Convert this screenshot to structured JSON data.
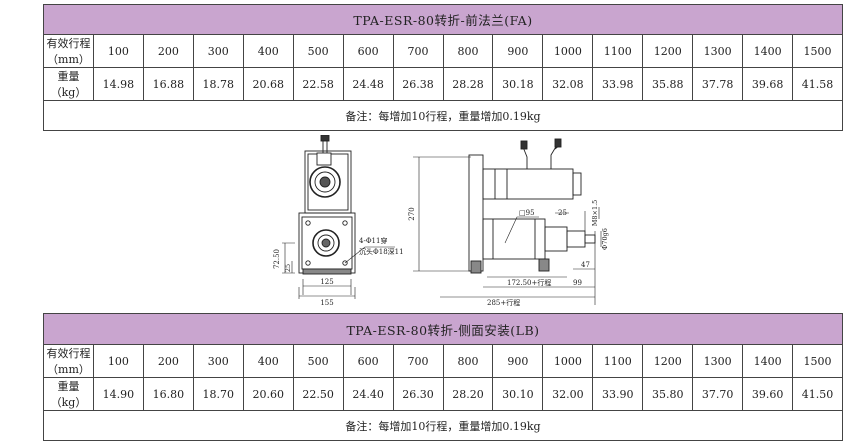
{
  "table_fa": {
    "title": "TPA-ESR-80转折-前法兰(FA)",
    "stroke_label": "有效行程（mm）",
    "weight_label": "重量（kg）",
    "strokes": [
      "100",
      "200",
      "300",
      "400",
      "500",
      "600",
      "700",
      "800",
      "900",
      "1000",
      "1100",
      "1200",
      "1300",
      "1400",
      "1500"
    ],
    "weights": [
      "14.98",
      "16.88",
      "18.78",
      "20.68",
      "22.58",
      "24.48",
      "26.38",
      "28.28",
      "30.18",
      "32.08",
      "33.98",
      "35.88",
      "37.78",
      "39.68",
      "41.58"
    ],
    "note": "备注：每增加10行程，重量增加0.19kg"
  },
  "table_lb": {
    "title": "TPA-ESR-80转折-侧面安装(LB)",
    "stroke_label": "有效行程（mm）",
    "weight_label": "重量（kg）",
    "strokes": [
      "100",
      "200",
      "300",
      "400",
      "500",
      "600",
      "700",
      "800",
      "900",
      "1000",
      "1100",
      "1200",
      "1300",
      "1400",
      "1500"
    ],
    "weights": [
      "14.90",
      "16.80",
      "18.70",
      "20.60",
      "22.50",
      "24.40",
      "26.30",
      "28.20",
      "30.10",
      "32.00",
      "33.90",
      "35.80",
      "37.70",
      "39.60",
      "41.50"
    ],
    "note": "备注：每增加10行程，重量增加0.19kg"
  },
  "drawing": {
    "dim_125": "125",
    "dim_155": "155",
    "dim_72_50": "72.50",
    "dim_25_left": "25",
    "hole_note_1": "4-Φ11穿",
    "hole_note_2": "沉头Φ18深11",
    "dim_270": "270",
    "dim_sq95": "□95",
    "dim_25_right": "25",
    "dim_m8": "M8×1.5",
    "dim_d70": "Φ70g6",
    "dim_47": "47",
    "dim_99": "99",
    "dim_172": "172.50+行程",
    "dim_285": "285+行程"
  }
}
